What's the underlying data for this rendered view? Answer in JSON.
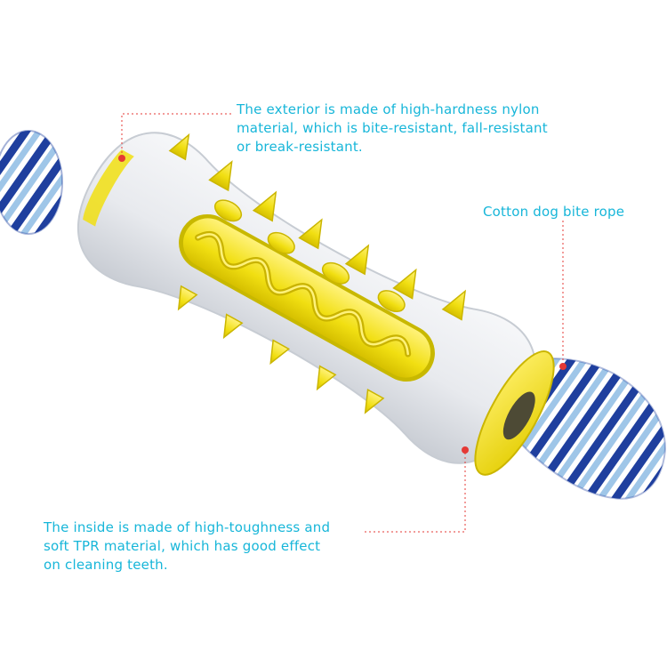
{
  "callouts": {
    "exterior": {
      "lines": [
        "The exterior is made of high-hardness nylon",
        "material, which is bite-resistant, fall-resistant",
        "or break-resistant."
      ]
    },
    "rope": {
      "lines": [
        "Cotton dog bite rope"
      ]
    },
    "inside": {
      "lines": [
        "The inside is made of high-toughness and",
        "soft TPR material, which has good effect",
        "on cleaning teeth."
      ]
    }
  },
  "colors": {
    "callout_text": "#17b6d9",
    "leader_line": "#e53935",
    "toy_body": "#e9ebee",
    "toy_accent": "#f2e21a",
    "rope_blue": "#1f3f9e",
    "rope_light": "#9fc6e8"
  }
}
